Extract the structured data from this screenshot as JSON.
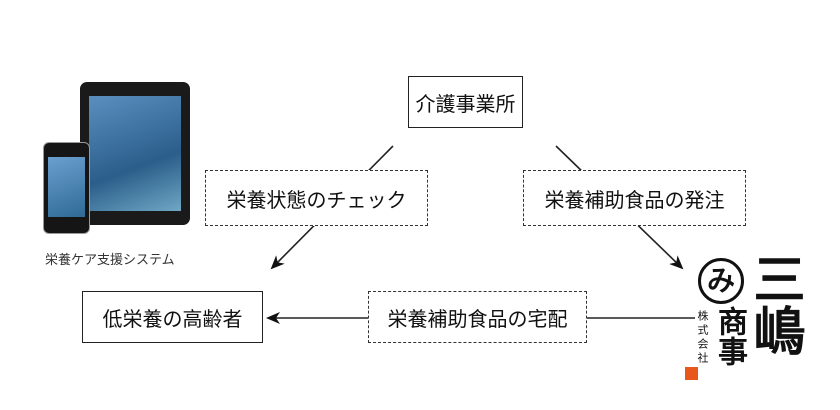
{
  "nodes": {
    "care_office": "介護事業所",
    "elderly": "低栄養の高齢者",
    "check": "栄養状態のチェック",
    "order": "栄養補助食品の発注",
    "delivery": "栄養補助食品の宅配"
  },
  "devices": {
    "caption": "栄養ケア支援システム"
  },
  "logo": {
    "mark": "み",
    "name": "三嶋",
    "business": "商事",
    "corp": "株式会社",
    "stamp_color": "#e8581c"
  }
}
